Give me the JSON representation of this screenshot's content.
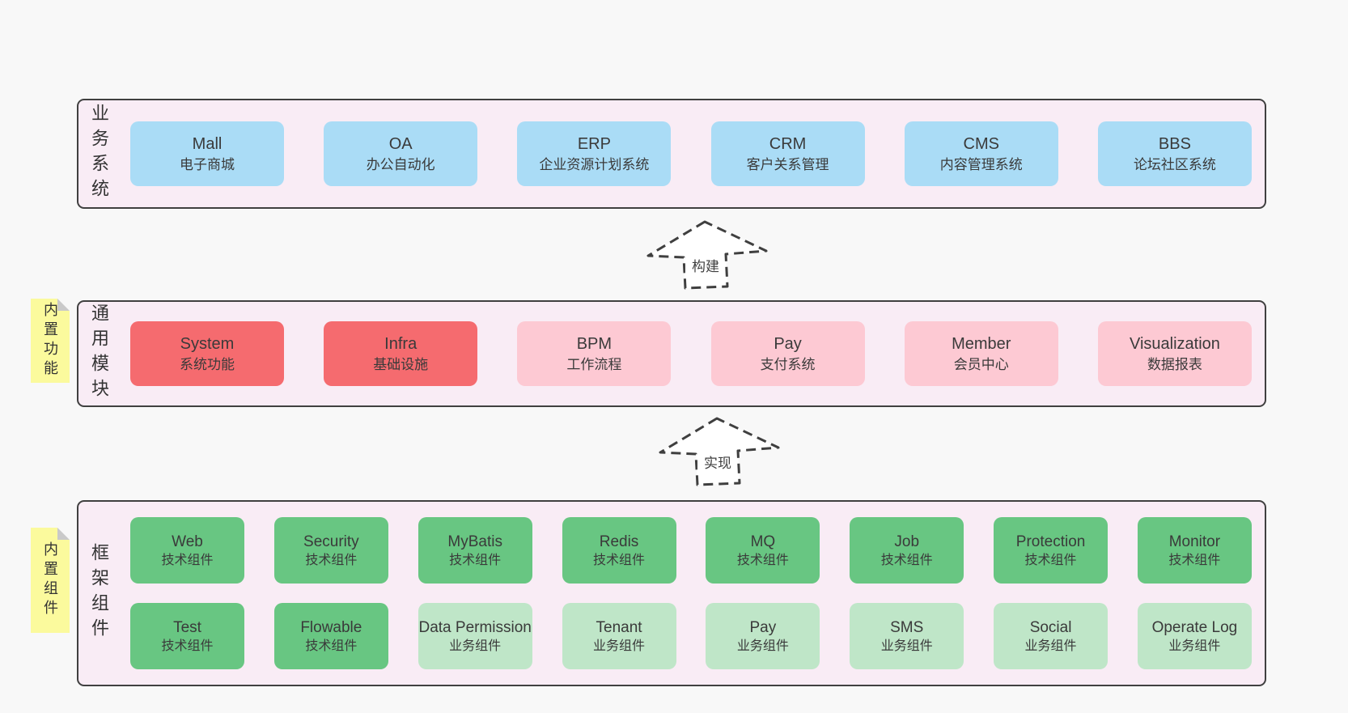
{
  "colors": {
    "page_bg": "#f8f8f8",
    "band_bg": "#f9ecf5",
    "band_border": "#404040",
    "blue_box": "#aadcf6",
    "red_box": "#f56b6f",
    "pink_box": "#fdc9d3",
    "green_box": "#68c682",
    "light_green_box": "#bfe6c8",
    "note_yellow": "#fbfa9d",
    "note_fold": "#c9c9c9",
    "text": "#3a3a3a"
  },
  "arrows": {
    "build": "构建",
    "implement": "实现"
  },
  "bands": {
    "business": {
      "label": "业务系统",
      "boxes": [
        {
          "name": "Mall",
          "subtitle": "电子商城",
          "type": "blue"
        },
        {
          "name": "OA",
          "subtitle": "办公自动化",
          "type": "blue"
        },
        {
          "name": "ERP",
          "subtitle": "企业资源计划系统",
          "type": "blue"
        },
        {
          "name": "CRM",
          "subtitle": "客户关系管理",
          "type": "blue"
        },
        {
          "name": "CMS",
          "subtitle": "内容管理系统",
          "type": "blue"
        },
        {
          "name": "BBS",
          "subtitle": "论坛社区系统",
          "type": "blue"
        }
      ]
    },
    "modules": {
      "label": "通用模块",
      "note": "内置功能",
      "boxes": [
        {
          "name": "System",
          "subtitle": "系统功能",
          "type": "red"
        },
        {
          "name": "Infra",
          "subtitle": "基础设施",
          "type": "red"
        },
        {
          "name": "BPM",
          "subtitle": "工作流程",
          "type": "pink"
        },
        {
          "name": "Pay",
          "subtitle": "支付系统",
          "type": "pink"
        },
        {
          "name": "Member",
          "subtitle": "会员中心",
          "type": "pink"
        },
        {
          "name": "Visualization",
          "subtitle": "数据报表",
          "type": "pink"
        }
      ]
    },
    "components": {
      "label": "框架组件",
      "note": "内置组件",
      "row1": [
        {
          "name": "Web",
          "subtitle": "技术组件",
          "type": "green"
        },
        {
          "name": "Security",
          "subtitle": "技术组件",
          "type": "green"
        },
        {
          "name": "MyBatis",
          "subtitle": "技术组件",
          "type": "green"
        },
        {
          "name": "Redis",
          "subtitle": "技术组件",
          "type": "green"
        },
        {
          "name": "MQ",
          "subtitle": "技术组件",
          "type": "green"
        },
        {
          "name": "Job",
          "subtitle": "技术组件",
          "type": "green"
        },
        {
          "name": "Protection",
          "subtitle": "技术组件",
          "type": "green"
        },
        {
          "name": "Monitor",
          "subtitle": "技术组件",
          "type": "green"
        }
      ],
      "row2": [
        {
          "name": "Test",
          "subtitle": "技术组件",
          "type": "green"
        },
        {
          "name": "Flowable",
          "subtitle": "技术组件",
          "type": "green"
        },
        {
          "name": "Data Permission",
          "subtitle": "业务组件",
          "type": "green-light"
        },
        {
          "name": "Tenant",
          "subtitle": "业务组件",
          "type": "green-light"
        },
        {
          "name": "Pay",
          "subtitle": "业务组件",
          "type": "green-light"
        },
        {
          "name": "SMS",
          "subtitle": "业务组件",
          "type": "green-light"
        },
        {
          "name": "Social",
          "subtitle": "业务组件",
          "type": "green-light"
        },
        {
          "name": "Operate Log",
          "subtitle": "业务组件",
          "type": "green-light"
        }
      ]
    }
  }
}
